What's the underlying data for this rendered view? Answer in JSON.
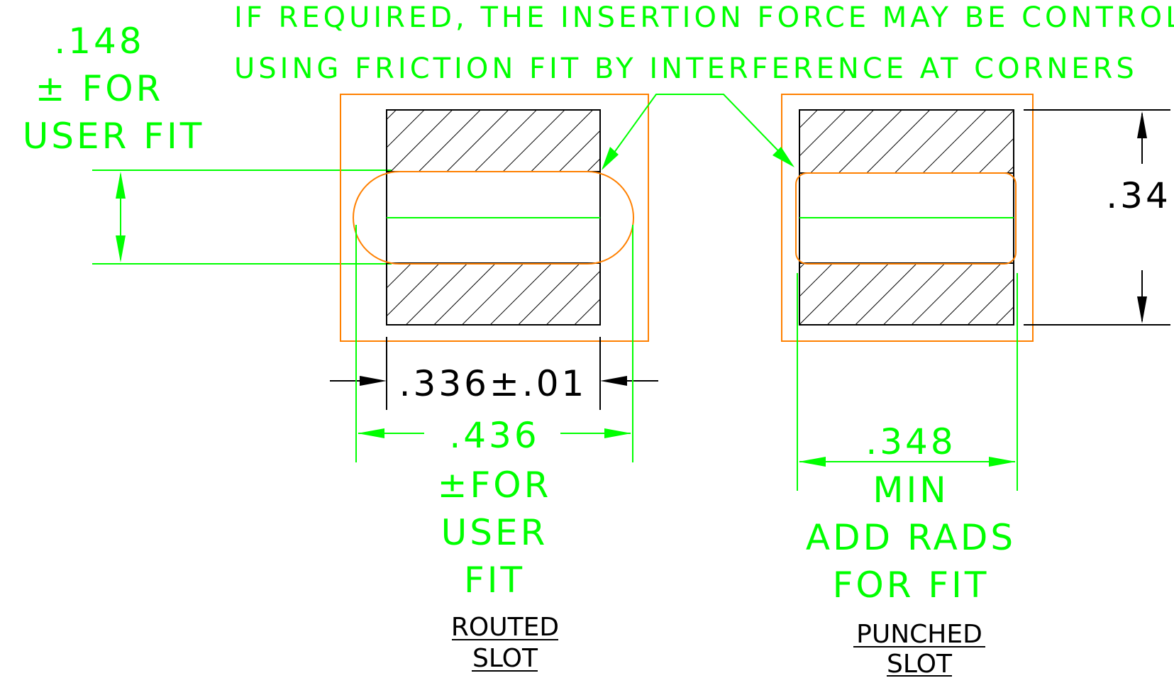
{
  "colors": {
    "dimension": "#00ff00",
    "outline": "#ff8000",
    "part": "#000000",
    "background": "#ffffff"
  },
  "note": {
    "line1": "IF REQUIRED, THE INSERTION FORCE MAY BE CONTROLLED",
    "line2": "USING FRICTION FIT BY INTERFERENCE AT CORNERS"
  },
  "left_height_dim": {
    "value": ".148",
    "line2": "± FOR",
    "line3": "USER FIT"
  },
  "routed": {
    "inner_width": ".336±.01",
    "outer_width": ".436",
    "outer_line2": "±FOR",
    "outer_line3": "USER",
    "outer_line4": "FIT",
    "caption_line1": "ROUTED",
    "caption_line2": "SLOT"
  },
  "punched": {
    "width": ".348",
    "width_line2": "MIN",
    "width_line3": "ADD RADS",
    "width_line4": "FOR FIT",
    "height": ".34",
    "caption_line1": "PUNCHED",
    "caption_line2": "SLOT"
  }
}
